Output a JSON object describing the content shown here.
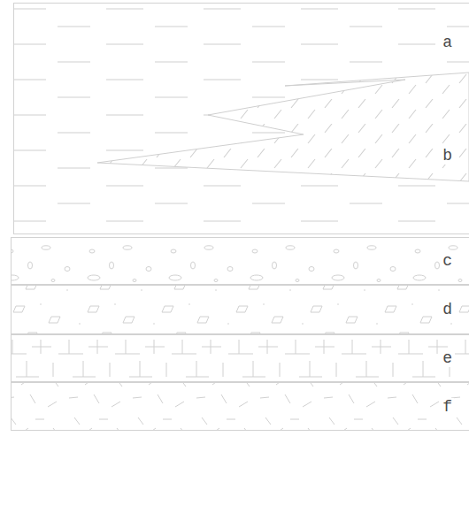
{
  "diagram": {
    "nodes": [
      {
        "text": [
          "a",
          "b"
        ]
      },
      {
        "text": [
          "c"
        ]
      },
      {
        "text": [
          "d"
        ]
      },
      {
        "text": [
          "e"
        ]
      },
      {
        "text": [
          "f"
        ]
      }
    ]
  }
}
